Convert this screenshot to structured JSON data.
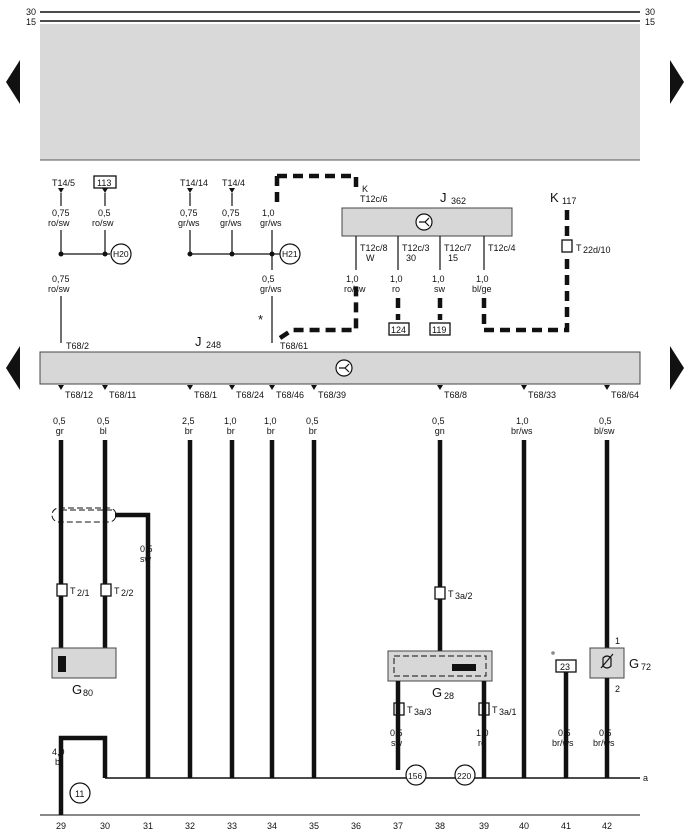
{
  "rails": {
    "top_left_30": "30",
    "top_left_15": "15",
    "top_right_30": "30",
    "top_right_15": "15"
  },
  "nav": {
    "prev_icon": "triangle-left-icon",
    "next_icon": "triangle-right-icon"
  },
  "top_terminals": {
    "t14_5": "T14/5",
    "box_113": "113",
    "t14_14": "T14/14",
    "t14_4": "T14/4",
    "wire_a_size": "0,75",
    "wire_a_color": "ro/sw",
    "wire_b_size": "0,5",
    "wire_b_color": "ro/sw",
    "wire_c_size": "0,75",
    "wire_c_color": "gr/ws",
    "wire_d_size": "0,75",
    "wire_d_color": "gr/ws",
    "wire_e_size": "1,0",
    "wire_e_color": "gr/ws",
    "h20": "H20",
    "h21": "H21",
    "wire_f_size": "0,75",
    "wire_f_color": "ro/sw",
    "wire_g_size": "0,5",
    "wire_g_color": "gr/ws",
    "star": "*"
  },
  "j362": {
    "name": "J",
    "sub": "362",
    "k_label": "K",
    "t12c_6": "T12c/6",
    "t12c_8": "T12c/8",
    "w": "W",
    "t12c_3": "T12c/3",
    "n30": "30",
    "t12c_7": "T12c/7",
    "n15": "15",
    "t12c_4": "T12c/4",
    "out1_size": "1,0",
    "out1_color": "ro/sw",
    "out2_size": "1,0",
    "out2_color": "ro",
    "out3_size": "1,0",
    "out3_color": "sw",
    "out4_size": "1,0",
    "out4_color": "bl/ge",
    "box_124": "124",
    "box_119": "119"
  },
  "k117": {
    "name": "K",
    "sub": "117",
    "t22d": "T",
    "t22d_sub": "22d/10"
  },
  "j248": {
    "name": "J",
    "sub": "248",
    "t68_2": "T68/2",
    "t68_61": "T68/61",
    "pins": [
      "T68/12",
      "T68/11",
      "T68/1",
      "T68/24",
      "T68/46",
      "T68/39",
      "T68/8",
      "T68/33",
      "T68/64"
    ],
    "sizes": [
      "0,5",
      "0,5",
      "2,5",
      "1,0",
      "1,0",
      "0,5",
      "0,5",
      "1,0",
      "0,5"
    ],
    "colors": [
      "gr",
      "bl",
      "br",
      "br",
      "br",
      "br",
      "gn",
      "br/ws",
      "bl/sw"
    ]
  },
  "shield_wire": {
    "size": "0,5",
    "color": "sw"
  },
  "g80": {
    "t2_1": "T",
    "t2_1_sub": "2/1",
    "t2_2": "T",
    "t2_2_sub": "2/2",
    "name": "G",
    "sub": "80"
  },
  "g28": {
    "t3a_2": "T",
    "t3a_2_sub": "3a/2",
    "name": "G",
    "sub": "28",
    "t3a_3": "T",
    "t3a_3_sub": "3a/3",
    "t3a_1": "T",
    "t3a_1_sub": "3a/1",
    "w1_size": "0,5",
    "w1_color": "sw",
    "w2_size": "1,0",
    "w2_color": "ro"
  },
  "g72": {
    "name": "G",
    "sub": "72",
    "pin1": "1",
    "pin2": "2",
    "box_23": "23",
    "w1_size": "0,5",
    "w1_color": "br/ws",
    "w2_size": "0,5",
    "w2_color": "br/ws"
  },
  "ground": {
    "w_size": "4,0",
    "w_color": "br",
    "c11": "11",
    "c156": "156",
    "c220": "220",
    "a": "a"
  },
  "columns": [
    "29",
    "30",
    "31",
    "32",
    "33",
    "34",
    "35",
    "36",
    "37",
    "38",
    "39",
    "40",
    "41",
    "42"
  ]
}
